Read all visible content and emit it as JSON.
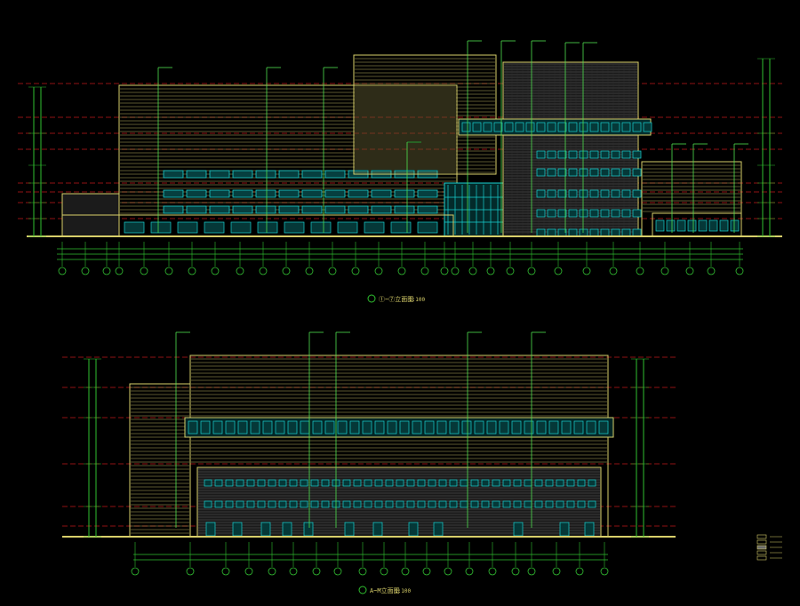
{
  "colors": {
    "background": "#000000",
    "outline": "#d8cf6a",
    "line": "#b8b060",
    "glass": "#19d2d2",
    "dimension": "#2fbf2f",
    "leader": "#4fe04f",
    "level": "#c0181a",
    "brick": "#6a6a6a",
    "axis_circle": "#33c233"
  },
  "elevation_top": {
    "title": "①~⑦立面图",
    "scale": "1:100"
  },
  "elevation_bottom": {
    "title": "A~M立面图",
    "scale": "1:100"
  },
  "legend": {
    "items": [
      "",
      "",
      "",
      "",
      ""
    ]
  }
}
